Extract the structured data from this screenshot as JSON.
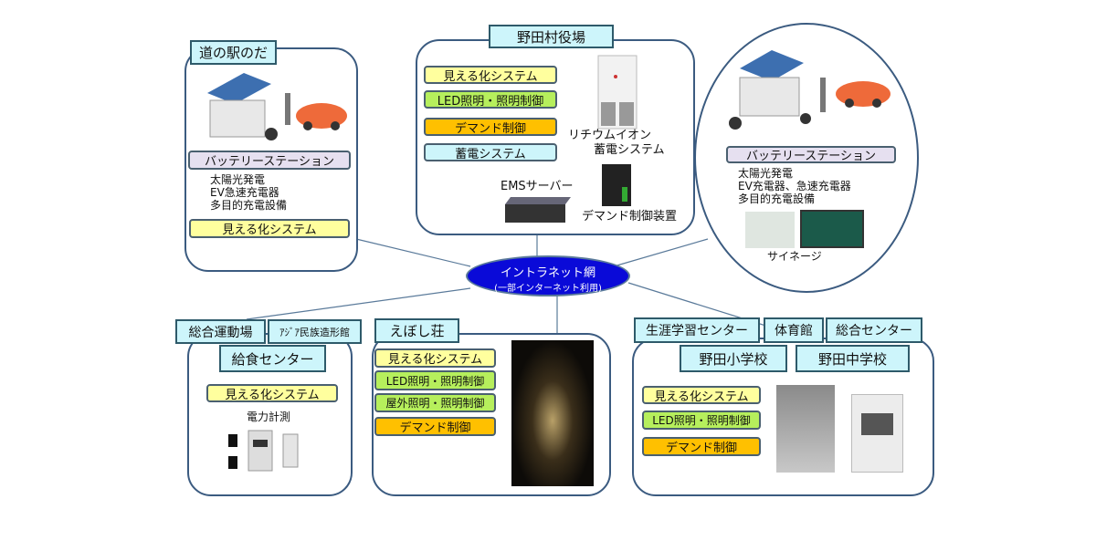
{
  "michi_no_eki": {
    "title": "道の駅のだ",
    "battery_station": "バッテリーステーション",
    "features": [
      "太陽光発電",
      "EV急速充電器",
      "多目的充電設備"
    ],
    "system": "見える化システム"
  },
  "village_office": {
    "title": "野田村役場",
    "systems": [
      "見える化システム",
      "LED照明・照明制御",
      "デマンド制御",
      "蓄電システム"
    ],
    "lithium": [
      "リチウムイオン",
      "蓄電システム"
    ],
    "ems": "EMSサーバー",
    "demand_device": "デマンド制御装置"
  },
  "right_station": {
    "battery_station": "バッテリーステーション",
    "features": [
      "太陽光発電",
      "EV充電器、急速充電器",
      "多目的充電設備"
    ],
    "signage": "サイネージ"
  },
  "intranet": {
    "title": "イントラネット網",
    "subtitle": "(一部インターネット利用)"
  },
  "sports": {
    "labels": [
      "総合運動場",
      "ｱｼﾞｱ民族造形館"
    ],
    "center": "給食センター",
    "system": "見える化システム",
    "metering": "電力計測"
  },
  "eboshi": {
    "title": "えぼし荘",
    "systems": [
      "見える化システム",
      "LED照明・照明制御",
      "屋外照明・照明制御",
      "デマンド制御"
    ]
  },
  "schools": {
    "labels": [
      "生涯学習センター",
      "体育館",
      "総合センター"
    ],
    "schools": [
      "野田小学校",
      "野田中学校"
    ],
    "systems": [
      "見える化システム",
      "LED照明・照明制御",
      "デマンド制御"
    ]
  },
  "colors": {
    "label": "#cdf5fb",
    "visual": "#ffff9e",
    "led": "#b6ef5c",
    "demand": "#ffc000",
    "border": "#3b5b80",
    "intranet": "#0a0ad8"
  }
}
